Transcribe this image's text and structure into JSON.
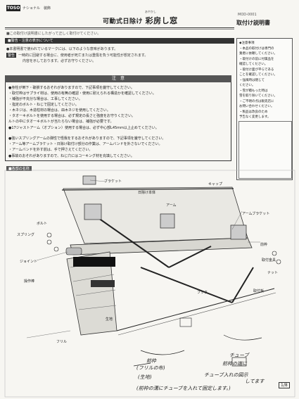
{
  "header": {
    "logo": "TOSO",
    "brand_sub": "ナショナル　装飾",
    "title_prefix": "可動式日除け",
    "title_main": "彩房し窓",
    "ruby": "あやかし",
    "model_label": "MOD-0001",
    "doc_type": "取付け説明書"
  },
  "intro": "■この取付け説明書にしたがって正しく取付けてください。",
  "warning": {
    "band": "■警告・注意の表示について",
    "lines": [
      "●本書明書で使われているマークには、以下のような意味があります。",
      "一時的に回避する場合に、使用者が死亡または重傷を負う可能性が想定されます。",
      "内容を示しております。必ずお守りください。"
    ],
    "tag": "警告"
  },
  "caution": {
    "band": "注　意",
    "lines": [
      "●身柱が倒下・破損するおそれがありますので、下記事項を厳守してください。",
      "・取付枠はサプライ材は、使用の有無の確認・使用に耐えられる構造かを確認してください。",
      "・補強が不充分な場合は、工事してください。",
      "・指定のボルト・ねじで固定してください。",
      "・木ネジは、木造柱材の場合は、皿木ネジを使用してください。",
      "・タオーキボルトを使用する場合は、必ず規定の長さと強度をお守りください。",
      "ルトの中にタオーキボルトが当たらない場合は、補強が必要です。",
      "●17ジャストアーム（オプション）使用する場合は、必ず中心部L45mm以上止めてください。",
      "●強いスプリングアームの弾性で怪我をするおそれがありますので、下記事項を厳守してください。",
      "・アーム等アームブラケット・日除け取付け部分の作業は、アームバンドを外さないでください。",
      "・アームバンドを外す前は、手で押さえてください。",
      "●事故のおそれがありますので、ねじ穴にはコーキング材を充填してください。"
    ]
  },
  "right_column": {
    "lines": [
      "◆注意事項",
      "・本品の取付けは専門の",
      "業者に依頼してください。",
      "・取付けの前に付属品を",
      "確認してください。",
      "・取付け面が平らである",
      "ことを確認してください。",
      "・強風時は閉じて",
      "ください。",
      "・雪が積もった時は",
      "雪を取り除いてください。",
      "・ご不明の点は販売店に",
      "お問い合わせください。",
      "・製品は改良のため",
      "予告なく変更します。"
    ]
  },
  "diagram": {
    "title": "■各部の名称",
    "labels": {
      "a": "ブラケット",
      "b": "前枠",
      "c": "アーム",
      "d": "日除け本体",
      "e": "アームブラケット",
      "f": "スプリング",
      "g": "ジョイント",
      "h": "取付金具",
      "i": "ボルト",
      "j": "ナット",
      "k": "操作棒",
      "l": "キャップ",
      "m": "フック",
      "n": "取付板",
      "o": "生地",
      "p": "フリル"
    },
    "hand_notes": {
      "chalk": "チューブ",
      "front_note": "前枠の端に",
      "bottom": "(前枠の溝にチューブを入れて固定します。)",
      "tube": "チューブ入れの図示",
      "frill": "前枠",
      "fabric": "(フリルの布)",
      "ground": "(生地)",
      "make": "してます"
    }
  },
  "page_number": "1/8"
}
